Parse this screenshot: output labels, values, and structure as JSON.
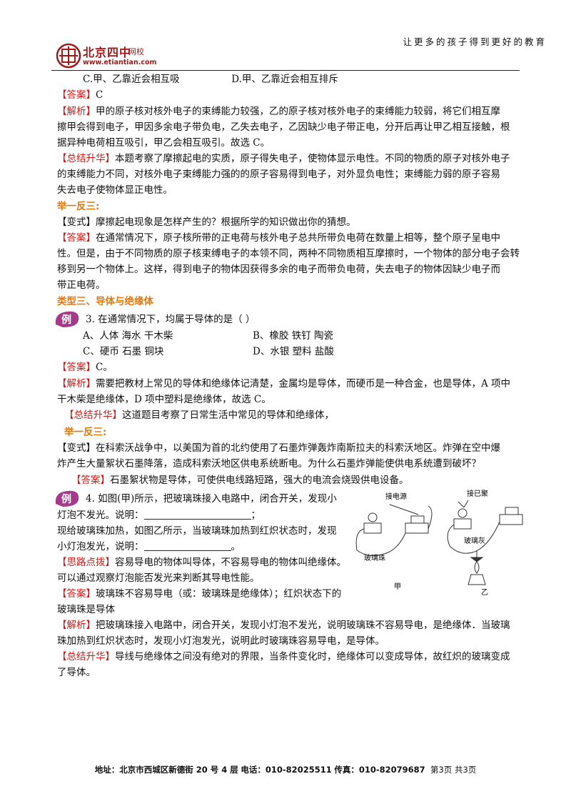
{
  "header": {
    "slogan": "让更多的孩子得到更好的教育",
    "logo_name": "北京四中",
    "logo_sub": "网校",
    "logo_url": "www.etiantian.com"
  },
  "lines": {
    "l1a": "C.甲、乙靠近会相互吸",
    "l1b": "D.甲、乙靠近会相互排斥",
    "answer_tag": "【答案】",
    "analysis_tag": "【解析】",
    "summary_tag": "【总结升华】",
    "idea_tag": "【思路点拨】",
    "a1": "C",
    "p1_1": "甲的原子核对核外电子的束缚能力较强，乙的原子核对核外电子的束缚能力较弱，将它们相互摩",
    "p1_2": "擦甲会得到电子，甲因多余电子带负电，乙失去电子，乙因缺少电子带正电，分开后再让甲乙相互接触，根",
    "p1_3": "据异种电荷相互吸引，甲乙会相互吸引。故选 C。",
    "s1_1": "本题考察了摩擦起电的实质，原子得失电子，使物体显示电性。不同的物质的原子对核外电子",
    "s1_2": "的束缚能力不同，对核外电子束缚能力强的的原子容易得到电子，对外显负电性；束缚能力弱的原子容易",
    "s1_3": "失去电子使物体显正电性。",
    "jyfs": "举一反三:",
    "v1": "【变式】摩擦起电现象是怎样产生的？根据所学的知识做出你的猜想。",
    "va1_1": "在通常情况下，原子核所带的正电荷与核外电子总共所带负电荷在数量上相等，整个原子呈电中",
    "va1_2": "性。但是，由于不同物质的原子核束缚电子的本领不同，两种不同物质相互摩擦时，一个物体的部分电子会转",
    "va1_3": "移到另一个物体上。这样，得到电子的物体因获得多余的电子而带负电荷，失去电子的物体因缺少电子而",
    "va1_4": "带正电荷。",
    "type3": "类型三、导体与绝缘体",
    "li": "例",
    "q3": "3.  在通常情况下，均属于导体的是（     ）",
    "q3a": "A、人体     海水     干木柴",
    "q3b": "B、橡胶     铁钉     陶瓷",
    "q3c": "C、硬币     石墨     铜块",
    "q3d": "D、水银     塑料     盐酸",
    "a3": "C。",
    "p3_1": "需要把教材上常见的导体和绝缘体记清楚，金属均是导体，而硬币是一种合金，也是导体，A 项中",
    "p3_2": "干木柴是绝缘体，D 项中塑料是绝缘体，故选 C。",
    "s3": "这道题目考察了日常生活中常见的导体和绝缘体，",
    "v3_1": "【变式】在科索沃战争中，以美国为首的北约使用了石墨炸弹轰炸南斯拉夫的科索沃地区。炸弹在空中爆",
    "v3_2": "炸产生大量絮状石墨降落，造成科索沃地区供电系统断电。为什么石墨炸弹能使供电系统遭到破坏？",
    "va3": "石墨絮状物是导体，可使供电线路短路，强大的电流会烧毁供电设备。",
    "q4_1": "4.  如图(甲)所示，把玻璃珠接入电路中，闭合开关，发现小",
    "q4_2a": "灯泡不发光。说明：",
    "q4_2b": "；",
    "q4_3": "现给玻璃珠加热，如图乙所示，当玻璃珠加热到红炽状态时，发现",
    "q4_4a": "小灯泡发光，说明：",
    "q4_4b": "。",
    "i4_1": "容易导电的物体叫导体，不容易导电的物体叫绝缘体。",
    "i4_2": "可以通过观察灯泡能否发光来判断其导电性能。",
    "a4_1": "玻璃珠不容易导电（或：玻璃珠是绝缘体）；红炽状态下的",
    "a4_2": "玻璃珠是导体",
    "p4_1": "把玻璃珠接入电路中，闭合开关，发现小灯泡不发光，说明玻璃珠不容易导电，是绝缘体．当玻璃",
    "p4_2": "珠加热到红炽状态时，发现小灯泡发光，说明此时玻璃珠容易导电，是导体。",
    "s4_1": "导线与绝缘体之间没有绝对的界限，当条件变化时，绝缘体可以变成导体，故红炽的玻璃变成",
    "s4_2": "了导体。"
  },
  "figure": {
    "power_label": "接电源",
    "lamp_label": "接已聚",
    "bead_label_a": "玻璃珠",
    "bead_label_b": "玻璃灰",
    "caption_a": "甲",
    "caption_b": "乙"
  },
  "footer": {
    "addr_label": "地址：",
    "addr": "北京市西城区新德街 20 号 4 层",
    "tel_label": "电话：",
    "tel": "010-82025511",
    "fax_label": "传真：",
    "fax": "010-82079687",
    "page": "第3页 共3页"
  },
  "colors": {
    "red": "#d11818",
    "orange": "#e07a10",
    "logo": "#a01818"
  }
}
